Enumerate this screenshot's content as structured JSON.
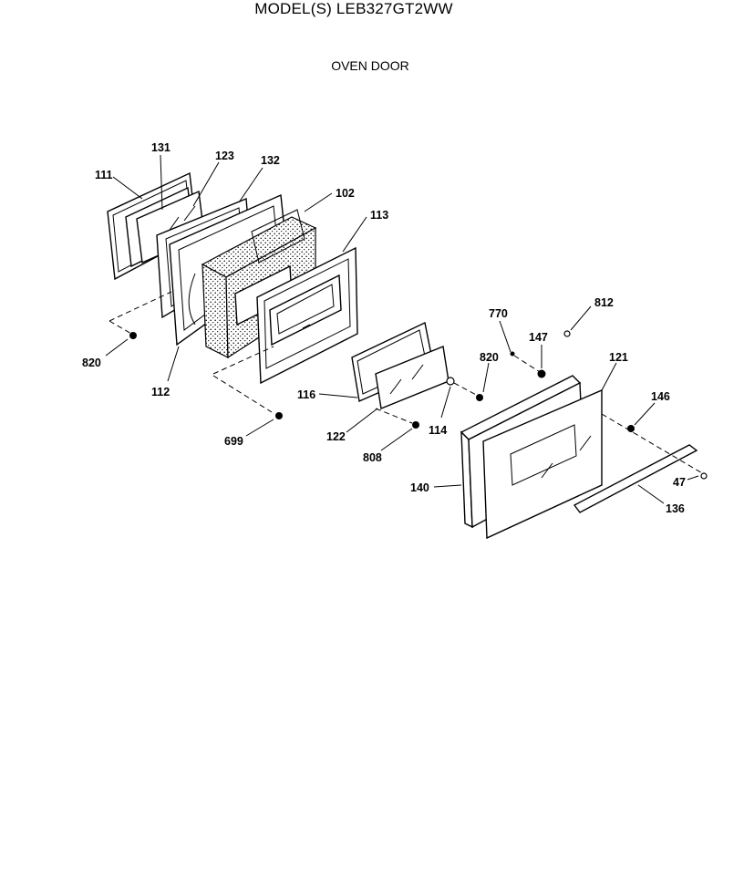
{
  "header": {
    "model": "MODEL(S) LEB327GT2WW",
    "section": "OVEN DOOR"
  },
  "parts": {
    "p111": "111",
    "p131": "131",
    "p123": "123",
    "p132": "132",
    "p102": "102",
    "p113": "113",
    "p820a": "820",
    "p112": "112",
    "p699": "699",
    "p116": "116",
    "p122": "122",
    "p808": "808",
    "p114": "114",
    "p820b": "820",
    "p770": "770",
    "p147": "147",
    "p812": "812",
    "p121": "121",
    "p146": "146",
    "p140": "140",
    "p47": "47",
    "p136": "136"
  }
}
